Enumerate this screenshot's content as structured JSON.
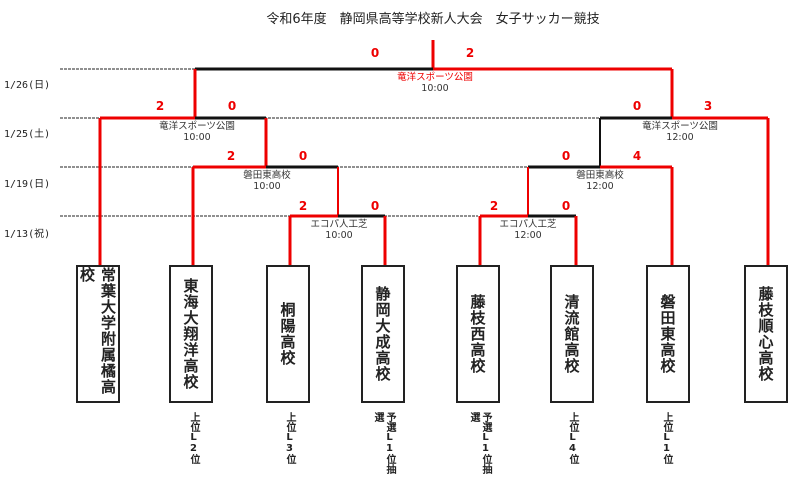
{
  "title": "令和6年度　静岡県高等学校新人大会　女子サッカー競技",
  "dates": [
    "1/26(日)",
    "1/25(土)",
    "1/19(日)",
    "1/13(祝)"
  ],
  "matches": {
    "final": {
      "venue": "竜洋スポーツ公園",
      "time": "10:00",
      "score_left": "0",
      "score_right": "2"
    },
    "semi_left": {
      "venue": "竜洋スポーツ公園",
      "time": "10:00",
      "score_left": "2",
      "score_right": "0"
    },
    "semi_right": {
      "venue": "竜洋スポーツ公園",
      "time": "12:00",
      "score_left": "0",
      "score_right": "3"
    },
    "r2_left": {
      "venue": "磐田東高校",
      "time": "10:00",
      "score_left": "2",
      "score_right": "0"
    },
    "r2_right": {
      "venue": "磐田東高校",
      "time": "12:00",
      "score_left": "0",
      "score_right": "4"
    },
    "r1_left": {
      "venue": "エコパ人工芝",
      "time": "10:00",
      "score_left": "2",
      "score_right": "0"
    },
    "r1_right": {
      "venue": "エコパ人工芝",
      "time": "12:00",
      "score_left": "2",
      "score_right": "0"
    }
  },
  "teams": [
    {
      "name": "常葉大学附属橘高校",
      "note": ""
    },
    {
      "name": "東海大翔洋高校",
      "note": "上位L2位"
    },
    {
      "name": "桐陽高校",
      "note": "上位L3位"
    },
    {
      "name": "静岡大成高校",
      "note": "予選L1位抽選"
    },
    {
      "name": "藤枝西高校",
      "note": "予選L1位抽選"
    },
    {
      "name": "清流館高校",
      "note": "上位L4位"
    },
    {
      "name": "磐田東高校",
      "note": "上位L1位"
    },
    {
      "name": "藤枝順心高校",
      "note": ""
    }
  ],
  "colors": {
    "winner_line": "#ee0000",
    "loser_line": "#111111"
  }
}
